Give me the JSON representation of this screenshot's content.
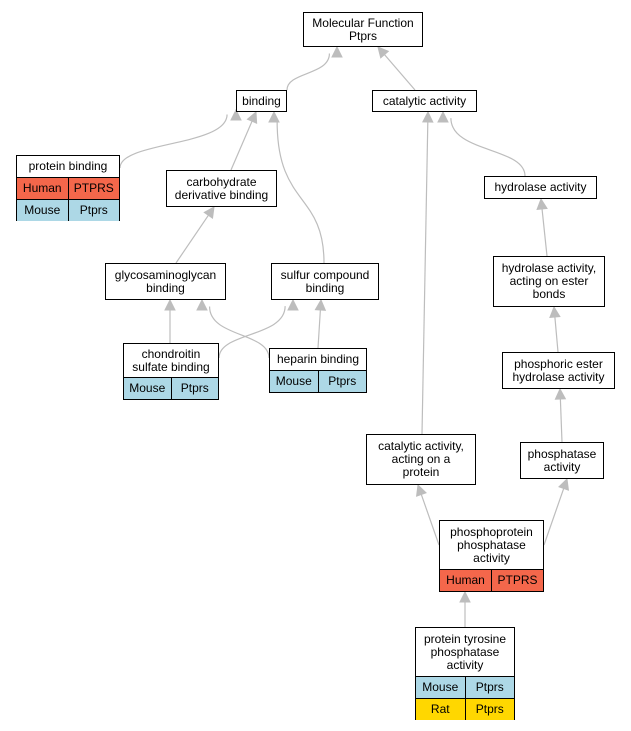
{
  "colors": {
    "edge": "#bdbdbd",
    "human": "#f4674b",
    "mouse": "#add8e6",
    "rat": "#ffd700"
  },
  "nodes": {
    "molecular_function": {
      "label": "Molecular Function\nPtprs"
    },
    "binding": {
      "label": "binding"
    },
    "catalytic_activity": {
      "label": "catalytic activity"
    },
    "protein_binding": {
      "label": "protein binding",
      "orthologs": [
        {
          "species": "Human",
          "gene": "PTPRS"
        },
        {
          "species": "Mouse",
          "gene": "Ptprs"
        }
      ]
    },
    "carbohydrate_derivative_binding": {
      "label": "carbohydrate\nderivative binding"
    },
    "hydrolase_activity": {
      "label": "hydrolase activity"
    },
    "glycosaminoglycan_binding": {
      "label": "glycosaminoglycan\nbinding"
    },
    "sulfur_compound_binding": {
      "label": "sulfur compound\nbinding"
    },
    "hydrolase_activity_ester": {
      "label": "hydrolase activity,\nacting on ester\nbonds"
    },
    "chondroitin_sulfate_binding": {
      "label": "chondroitin\nsulfate binding",
      "orthologs": [
        {
          "species": "Mouse",
          "gene": "Ptprs"
        }
      ]
    },
    "heparin_binding": {
      "label": "heparin binding",
      "orthologs": [
        {
          "species": "Mouse",
          "gene": "Ptprs"
        }
      ]
    },
    "phosphoric_ester_hydrolase": {
      "label": "phosphoric ester\nhydrolase activity"
    },
    "catalytic_activity_protein": {
      "label": "catalytic activity,\nacting on a\nprotein"
    },
    "phosphatase_activity": {
      "label": "phosphatase\nactivity"
    },
    "phosphoprotein_phosphatase": {
      "label": "phosphoprotein\nphosphatase\nactivity",
      "orthologs": [
        {
          "species": "Human",
          "gene": "PTPRS"
        }
      ]
    },
    "protein_tyrosine_phosphatase": {
      "label": "protein tyrosine\nphosphatase\nactivity",
      "orthologs": [
        {
          "species": "Mouse",
          "gene": "Ptprs"
        },
        {
          "species": "Rat",
          "gene": "Ptprs"
        }
      ]
    }
  },
  "edges": [
    [
      "binding",
      "molecular_function"
    ],
    [
      "catalytic_activity",
      "molecular_function"
    ],
    [
      "protein_binding",
      "binding"
    ],
    [
      "carbohydrate_derivative_binding",
      "binding"
    ],
    [
      "sulfur_compound_binding",
      "binding"
    ],
    [
      "hydrolase_activity",
      "catalytic_activity"
    ],
    [
      "catalytic_activity_protein",
      "catalytic_activity"
    ],
    [
      "glycosaminoglycan_binding",
      "carbohydrate_derivative_binding"
    ],
    [
      "chondroitin_sulfate_binding",
      "glycosaminoglycan_binding"
    ],
    [
      "heparin_binding",
      "glycosaminoglycan_binding"
    ],
    [
      "chondroitin_sulfate_binding",
      "sulfur_compound_binding"
    ],
    [
      "heparin_binding",
      "sulfur_compound_binding"
    ],
    [
      "hydrolase_activity_ester",
      "hydrolase_activity"
    ],
    [
      "phosphoric_ester_hydrolase",
      "hydrolase_activity_ester"
    ],
    [
      "phosphatase_activity",
      "phosphoric_ester_hydrolase"
    ],
    [
      "phosphoprotein_phosphatase",
      "catalytic_activity_protein"
    ],
    [
      "phosphoprotein_phosphatase",
      "phosphatase_activity"
    ],
    [
      "protein_tyrosine_phosphatase",
      "phosphoprotein_phosphatase"
    ]
  ]
}
